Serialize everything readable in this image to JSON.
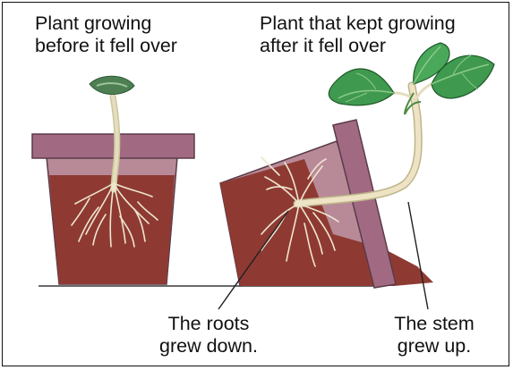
{
  "labels": {
    "before_line1": "Plant growing",
    "before_line2": "before it fell over",
    "after_line1": "Plant that kept growing",
    "after_line2": "after it fell over",
    "roots_line1": "The roots",
    "roots_line2": "grew down.",
    "stem_line1": "The stem",
    "stem_line2": "grew up."
  },
  "colors": {
    "pot_rim": "#a26a82",
    "pot_body": "#b88a98",
    "soil": "#8e3a33",
    "stem": "#e6dcc0",
    "leaf": "#3f9a4f",
    "root": "#efe6cf"
  }
}
